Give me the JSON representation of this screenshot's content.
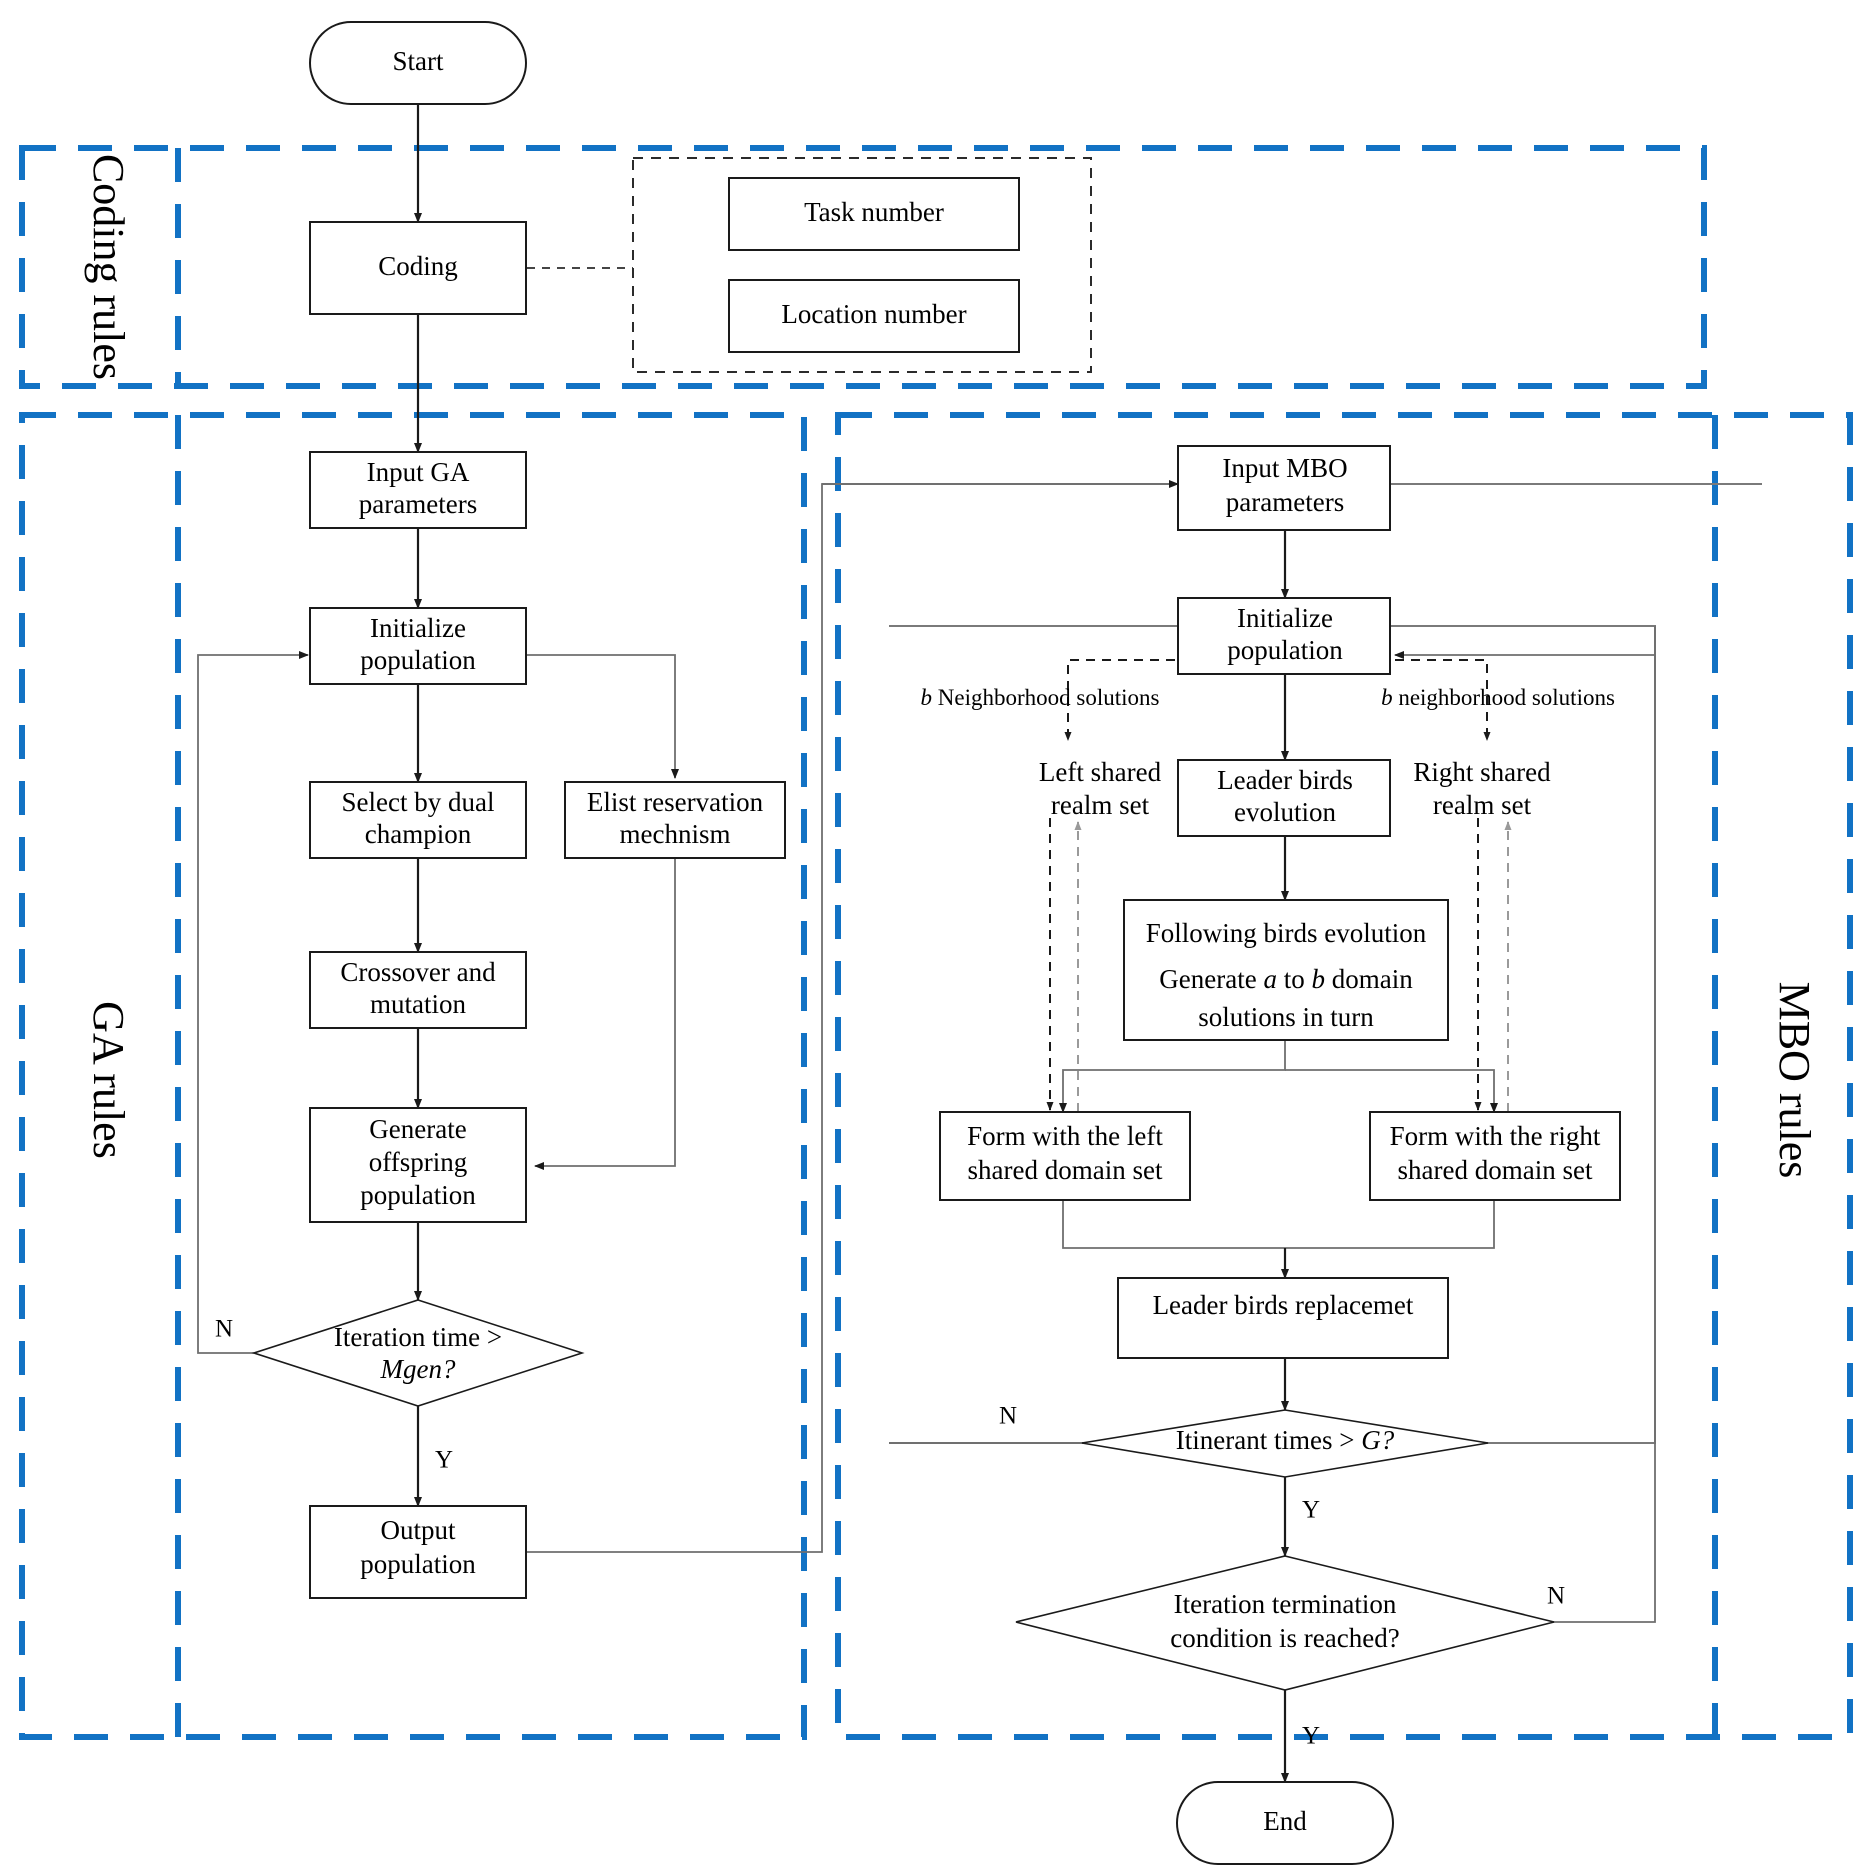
{
  "diagram": {
    "title": "GA-MBO hybrid algorithm flowchart",
    "accent_color": "#1272c4",
    "node_border_color": "#1a1a1a"
  },
  "groups": [
    {
      "id": "coding",
      "label": "Coding rules"
    },
    {
      "id": "ga",
      "label": "GA rules"
    },
    {
      "id": "mbo",
      "label": "MBO rules"
    }
  ],
  "nodes": {
    "start": "Start",
    "end": "End",
    "coding": "Coding",
    "task_number": "Task number",
    "location_number": "Location number",
    "input_ga": {
      "line1": "Input GA",
      "line2": "parameters"
    },
    "init_pop_ga": {
      "line1": "Initialize",
      "line2": "population"
    },
    "select_dual": {
      "line1": "Select by dual",
      "line2": "champion"
    },
    "elist": {
      "line1": "Elist reservation",
      "line2": "mechnism"
    },
    "crossover": {
      "line1": "Crossover and",
      "line2": "mutation"
    },
    "generate_offspring": {
      "line1": "Generate",
      "line2": "offspring",
      "line3": "population"
    },
    "iteration_time": {
      "line1": "Iteration time >",
      "line2": "Mgen?"
    },
    "output_pop": {
      "line1": "Output",
      "line2": "population"
    },
    "input_mbo": {
      "line1": "Input MBO",
      "line2": "parameters"
    },
    "init_pop_mbo": {
      "line1": "Initialize",
      "line2": "population"
    },
    "leader_evo": {
      "line1": "Leader birds",
      "line2": "evolution"
    },
    "left_shared": {
      "line1": "Left shared",
      "line2": "realm set"
    },
    "right_shared": {
      "line1": "Right shared",
      "line2": "realm set"
    },
    "following": {
      "line1": "Following birds evolution",
      "line2_a": "Generate ",
      "line2_b": "a",
      "line2_c": " to ",
      "line2_d": "b",
      "line2_e": " domain",
      "line3": "solutions in turn"
    },
    "form_left": {
      "line1": "Form with the left",
      "line2": "shared domain set"
    },
    "form_right": {
      "line1": "Form with the right",
      "line2": "shared domain set"
    },
    "leader_replace": "Leader birds replacemet",
    "itinerant": {
      "full": "Itinerant times > G?",
      "prefix": "Itinerant times > ",
      "symbol": "G?"
    },
    "iter_termination": {
      "line1": "Iteration termination",
      "line2": "condition is reached?"
    }
  },
  "edge_labels": {
    "b_neighborhood_left_prefix": "b",
    "b_neighborhood_left": " Neighborhood solutions",
    "b_neighborhood_right_prefix": "b",
    "b_neighborhood_right": " neighborhood solutions",
    "n_ga": "N",
    "y_ga": "Y",
    "n_mbo_itinerant": "N",
    "y_mbo_itinerant": "Y",
    "n_mbo_termination": "N",
    "y_mbo_termination": "Y"
  }
}
